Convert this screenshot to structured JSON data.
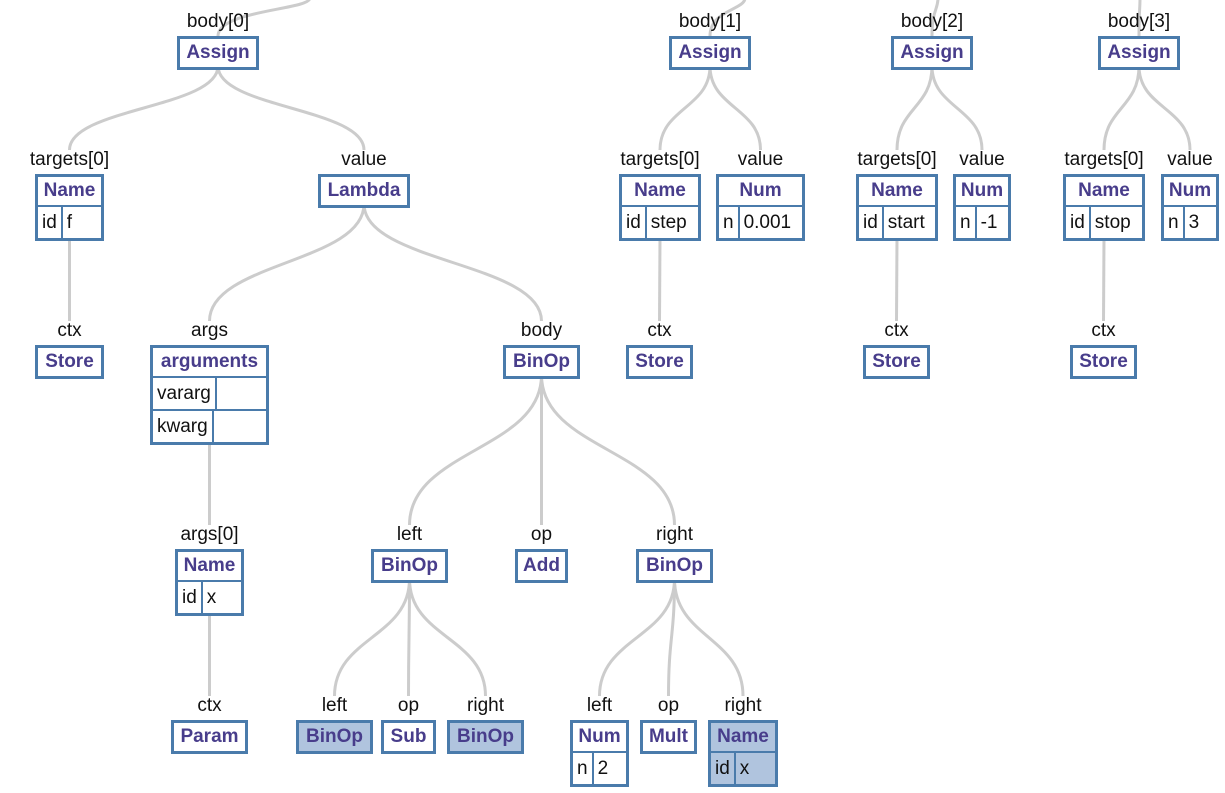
{
  "tree": {
    "nodes": [
      {
        "id": "n-body0",
        "label": "body[0]",
        "type": "Assign",
        "fields": []
      },
      {
        "id": "n-targets0",
        "label": "targets[0]",
        "type": "Name",
        "fields": [
          {
            "k": "id",
            "v": "f"
          }
        ]
      },
      {
        "id": "n-store1",
        "label": "ctx",
        "type": "Store",
        "fields": []
      },
      {
        "id": "n-lambda",
        "label": "value",
        "type": "Lambda",
        "fields": []
      },
      {
        "id": "n-arguments",
        "label": "args",
        "type": "arguments",
        "fields": [
          {
            "k": "vararg",
            "v": ""
          },
          {
            "k": "kwarg",
            "v": ""
          }
        ]
      },
      {
        "id": "n-args0",
        "label": "args[0]",
        "type": "Name",
        "fields": [
          {
            "k": "id",
            "v": "x"
          }
        ]
      },
      {
        "id": "n-param",
        "label": "ctx",
        "type": "Param",
        "fields": []
      },
      {
        "id": "n-binop-body",
        "label": "body",
        "type": "BinOp",
        "fields": []
      },
      {
        "id": "n-binop-left",
        "label": "left",
        "type": "BinOp",
        "fields": []
      },
      {
        "id": "n-binop-ll",
        "label": "left",
        "type": "BinOp",
        "fields": [],
        "highlight": true
      },
      {
        "id": "n-sub",
        "label": "op",
        "type": "Sub",
        "fields": []
      },
      {
        "id": "n-binop-lr",
        "label": "right",
        "type": "BinOp",
        "fields": [],
        "highlight": true
      },
      {
        "id": "n-add",
        "label": "op",
        "type": "Add",
        "fields": []
      },
      {
        "id": "n-binop-right",
        "label": "right",
        "type": "BinOp",
        "fields": []
      },
      {
        "id": "n-num2",
        "label": "left",
        "type": "Num",
        "fields": [
          {
            "k": "n",
            "v": "2"
          }
        ]
      },
      {
        "id": "n-mult",
        "label": "op",
        "type": "Mult",
        "fields": []
      },
      {
        "id": "n-namex",
        "label": "right",
        "type": "Name",
        "fields": [
          {
            "k": "id",
            "v": "x"
          }
        ],
        "highlight": true
      },
      {
        "id": "n-body1",
        "label": "body[1]",
        "type": "Assign",
        "fields": []
      },
      {
        "id": "n-step",
        "label": "targets[0]",
        "type": "Name",
        "fields": [
          {
            "k": "id",
            "v": "step"
          }
        ]
      },
      {
        "id": "n-store2",
        "label": "ctx",
        "type": "Store",
        "fields": []
      },
      {
        "id": "n-num0001",
        "label": "value",
        "type": "Num",
        "fields": [
          {
            "k": "n",
            "v": "0.001"
          }
        ]
      },
      {
        "id": "n-body2",
        "label": "body[2]",
        "type": "Assign",
        "fields": []
      },
      {
        "id": "n-start",
        "label": "targets[0]",
        "type": "Name",
        "fields": [
          {
            "k": "id",
            "v": "start"
          }
        ]
      },
      {
        "id": "n-store3",
        "label": "ctx",
        "type": "Store",
        "fields": []
      },
      {
        "id": "n-numm1",
        "label": "value",
        "type": "Num",
        "fields": [
          {
            "k": "n",
            "v": "-1"
          }
        ]
      },
      {
        "id": "n-body3",
        "label": "body[3]",
        "type": "Assign",
        "fields": []
      },
      {
        "id": "n-stop",
        "label": "targets[0]",
        "type": "Name",
        "fields": [
          {
            "k": "id",
            "v": "stop"
          }
        ]
      },
      {
        "id": "n-store4",
        "label": "ctx",
        "type": "Store",
        "fields": []
      },
      {
        "id": "n-num3",
        "label": "value",
        "type": "Num",
        "fields": [
          {
            "k": "n",
            "v": "3"
          }
        ]
      }
    ],
    "edges": [
      [
        "n-body0",
        "n-targets0"
      ],
      [
        "n-body0",
        "n-lambda"
      ],
      [
        "n-targets0",
        "n-store1"
      ],
      [
        "n-lambda",
        "n-arguments"
      ],
      [
        "n-lambda",
        "n-binop-body"
      ],
      [
        "n-arguments",
        "n-args0"
      ],
      [
        "n-args0",
        "n-param"
      ],
      [
        "n-binop-body",
        "n-binop-left"
      ],
      [
        "n-binop-body",
        "n-add"
      ],
      [
        "n-binop-body",
        "n-binop-right"
      ],
      [
        "n-binop-left",
        "n-binop-ll"
      ],
      [
        "n-binop-left",
        "n-sub"
      ],
      [
        "n-binop-left",
        "n-binop-lr"
      ],
      [
        "n-binop-right",
        "n-num2"
      ],
      [
        "n-binop-right",
        "n-mult"
      ],
      [
        "n-binop-right",
        "n-namex"
      ],
      [
        "n-body1",
        "n-step"
      ],
      [
        "n-body1",
        "n-num0001"
      ],
      [
        "n-step",
        "n-store2"
      ],
      [
        "n-body2",
        "n-start"
      ],
      [
        "n-body2",
        "n-numm1"
      ],
      [
        "n-start",
        "n-store3"
      ],
      [
        "n-body3",
        "n-stop"
      ],
      [
        "n-body3",
        "n-num3"
      ],
      [
        "n-stop",
        "n-store4"
      ]
    ],
    "colors": {
      "edge": "#cccccc",
      "border": "#4a7bab",
      "type_text": "#483d8b",
      "highlight": "#b0c4de"
    }
  }
}
